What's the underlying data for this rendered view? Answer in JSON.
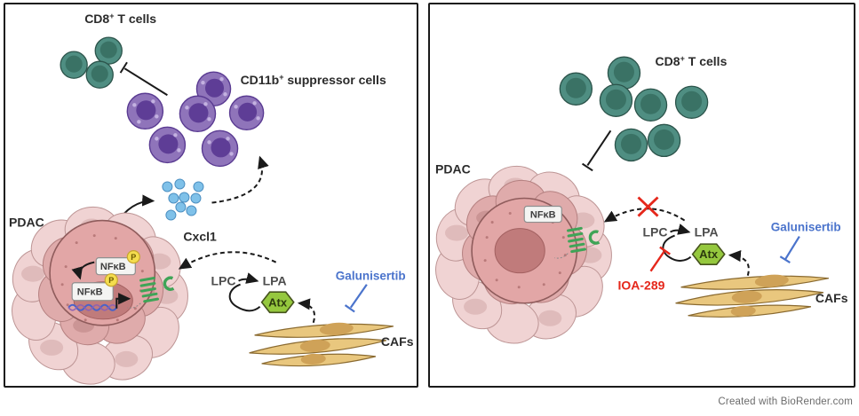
{
  "left": {
    "cd8": {
      "pre": "CD8",
      "sup": "+",
      "post": " T cells"
    },
    "cd11b": {
      "pre": "CD11b",
      "sup": "+",
      "post": " suppressor cells"
    },
    "pdac": "PDAC",
    "cxcl1": "Cxcl1",
    "nfkb_cytoplasm": "NFκB",
    "nfkb_nucleus": "NFκB",
    "phospho": "P",
    "lpc": "LPC",
    "lpa": "LPA",
    "atx": "Atx",
    "galunisertib": "Galunisertib",
    "cafs": "CAFs"
  },
  "right": {
    "cd8": {
      "pre": "CD8",
      "sup": "+",
      "post": " T cells"
    },
    "pdac": "PDAC",
    "nfkb": "NFκB",
    "lpc": "LPC",
    "lpa": "LPA",
    "atx": "Atx",
    "ioa289": "IOA-289",
    "galunisertib": "Galunisertib",
    "cafs": "CAFs"
  },
  "footer": {
    "credit": "Created with BioRender.com"
  },
  "colors": {
    "tcell_teal": "#4f8e82",
    "tcell_nucleus": "#3a7265",
    "suppressor_purple": "#8f74ba",
    "suppressor_nucleus": "#5e3d96",
    "cxcl1_dot_blue": "#7fc1e9",
    "tumor_outer_pink": "#f0d3d3",
    "tumor_mid_pink": "#dfabab",
    "tumor_cell_pink": "#e2a6a6",
    "tumor_nucleus": "#c07b7b",
    "receptor_green": "#3fa457",
    "atx_green": "#95c83e",
    "caf_tan": "#e9c77e",
    "drug_blue": "#4b74cc",
    "inhibitor_red": "#e5271b",
    "phospho_yellow": "#f4dd4e",
    "dna_blue": "#4a62c9",
    "dna_purple": "#8b5fb5"
  }
}
